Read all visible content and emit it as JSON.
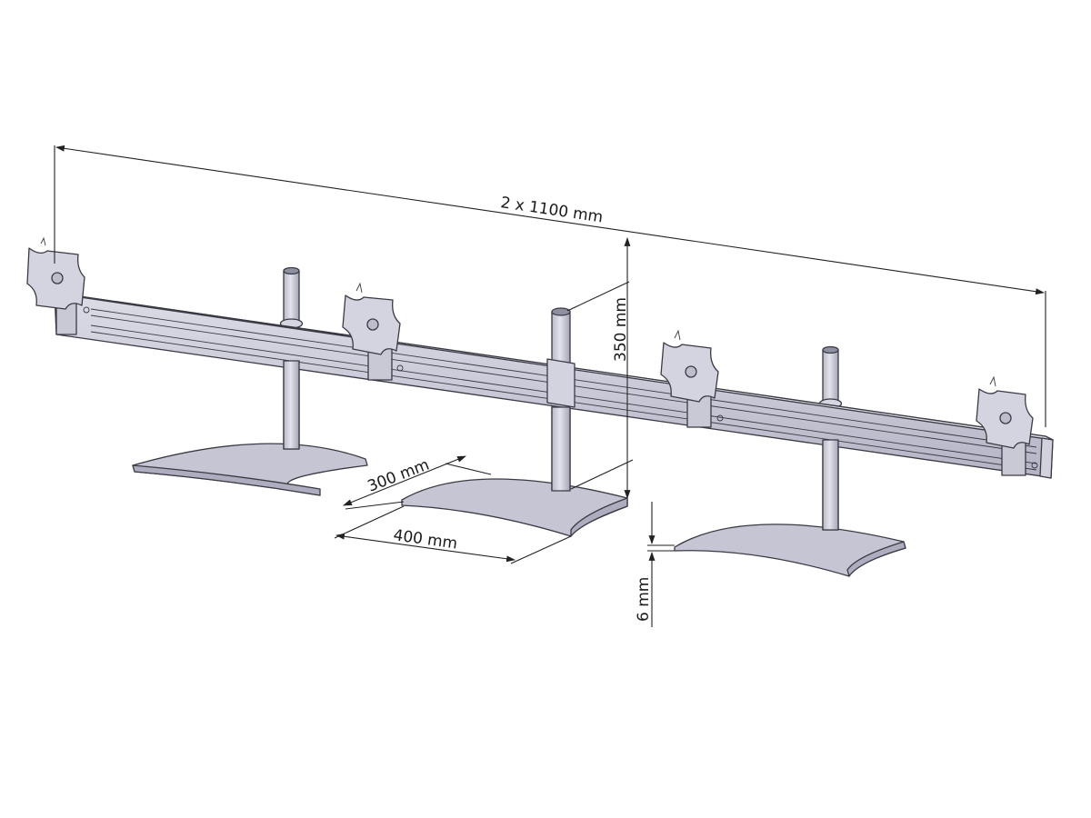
{
  "dimensions": {
    "total_width": "2 x 1100 mm",
    "column_height": "350 mm",
    "base_depth": "300 mm",
    "base_width": "400 mm",
    "base_thickness": "6 mm"
  },
  "colors": {
    "metal_light": "#d6d6e2",
    "metal_mid": "#c4c4d2",
    "metal_dark": "#a9a9ba",
    "outline": "#3a3a44",
    "dimension_line": "#222222"
  }
}
